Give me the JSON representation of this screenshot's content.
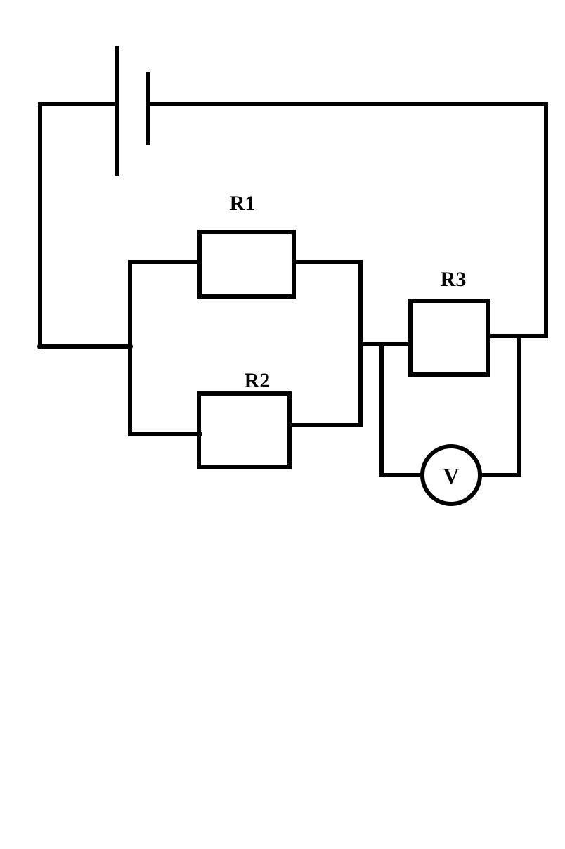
{
  "diagram": {
    "title": "Electrical circuit schematic",
    "type": "circuit-schematic",
    "background_color": "#ffffff",
    "line_color": "#000000",
    "components": {
      "battery": {
        "name": "battery",
        "symbol": "dc-voltage-source",
        "label": ""
      },
      "resistor_1": {
        "name": "resistor",
        "label": "R1"
      },
      "resistor_2": {
        "name": "resistor",
        "label": "R2"
      },
      "resistor_3": {
        "name": "resistor",
        "label": "R3"
      },
      "voltmeter": {
        "name": "voltmeter",
        "label": "V"
      }
    },
    "topology": {
      "description": "Battery in series with a parallel combination of R1 and R2, then in series with R3; a voltmeter is connected in parallel across R3.",
      "parallel_group_1": [
        "R1",
        "R2"
      ],
      "series_element": "R3",
      "measured_across": "R3"
    }
  }
}
